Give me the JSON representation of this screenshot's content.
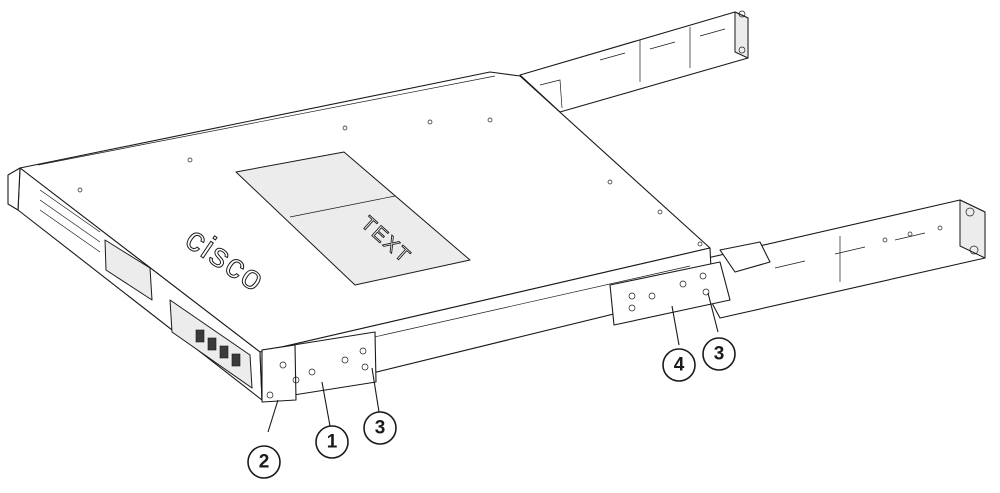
{
  "figure": {
    "brand_logo_text": "cisco",
    "panel_label": "TEXT",
    "callouts": [
      {
        "id": "c1",
        "number": "1"
      },
      {
        "id": "c2",
        "number": "2"
      },
      {
        "id": "c3a",
        "number": "3"
      },
      {
        "id": "c3b",
        "number": "3"
      },
      {
        "id": "c4",
        "number": "4"
      }
    ]
  }
}
